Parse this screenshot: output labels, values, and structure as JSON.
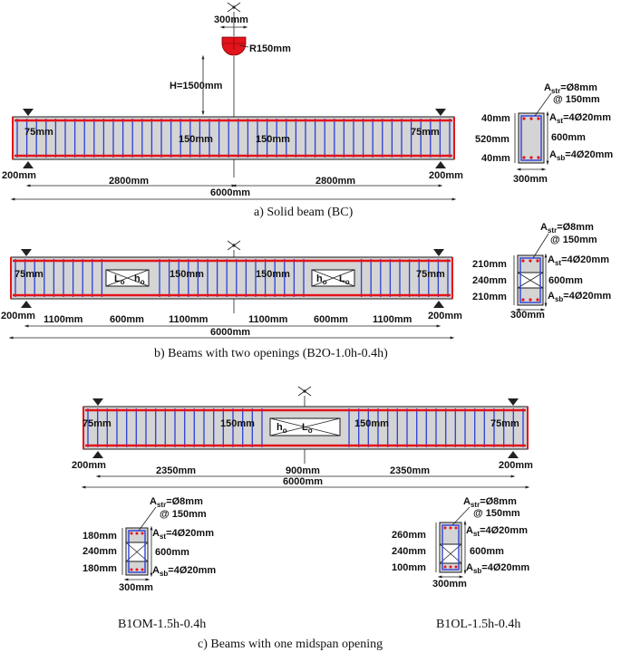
{
  "colors": {
    "beam_fill": "#d4d4d4",
    "main_bar": "#e3141b",
    "stirrup": "#2b3fd6",
    "load_head": "#e3141b",
    "outline": "#1a1a1a"
  },
  "icons": {
    "support": "support-triangle-icon",
    "load_head": "loading-head-icon",
    "hinge": "pin-hinge-icon"
  },
  "panel_a": {
    "caption": "a)  Solid beam (BC)",
    "load_width": "300mm",
    "load_radius": "R150mm",
    "load_height": "H=1500mm",
    "edge_left": "75mm",
    "edge_right": "75mm",
    "stirrup_spacing_left": "150mm",
    "stirrup_spacing_right": "150mm",
    "overhang_left": "200mm",
    "overhang_right": "200mm",
    "shear_span_left": "2800mm",
    "shear_span_right": "2800mm",
    "total_length": "6000mm",
    "section": {
      "stirrup_prefix": "A",
      "stirrup_sub": "str",
      "stirrup_value": "=Ø8mm",
      "stirrup_spacing": "@ 150mm",
      "top_prefix": "A",
      "top_sub": "st",
      "top_value": "=4Ø20mm",
      "bottom_prefix": "A",
      "bottom_sub": "sb",
      "bottom_value": "=4Ø20mm",
      "depth": "600mm",
      "width": "300mm",
      "cover_top": "40mm",
      "core": "520mm",
      "cover_bottom": "40mm"
    }
  },
  "panel_b": {
    "caption": "b)  Beams with two openings (B2O-1.0h-0.4h)",
    "edge_left": "75mm",
    "edge_right": "75mm",
    "stirrup_spacing_left": "150mm",
    "stirrup_spacing_right": "150mm",
    "opening_length": "L",
    "opening_height": "h",
    "opening_sub": "o",
    "overhang_left": "200mm",
    "overhang_right": "200mm",
    "segments": [
      "1100mm",
      "600mm",
      "1100mm",
      "1100mm",
      "600mm",
      "1100mm"
    ],
    "total_length": "6000mm",
    "section": {
      "stirrup_prefix": "A",
      "stirrup_sub": "str",
      "stirrup_value": "=Ø8mm",
      "stirrup_spacing": "@ 150mm",
      "top_prefix": "A",
      "top_sub": "st",
      "top_value": "=4Ø20mm",
      "bottom_prefix": "A",
      "bottom_sub": "sb",
      "bottom_value": "=4Ø20mm",
      "depth": "600mm",
      "width": "300mm",
      "chord_top": "210mm",
      "opening": "240mm",
      "chord_bottom": "210mm"
    }
  },
  "panel_c": {
    "caption": "c)  Beams with one midspan opening",
    "edge_left": "75mm",
    "edge_right": "75mm",
    "stirrup_spacing_left": "150mm",
    "stirrup_spacing_right": "150mm",
    "opening_length": "L",
    "opening_height": "h",
    "opening_sub": "o",
    "overhang_left": "200mm",
    "overhang_right": "200mm",
    "segments": [
      "2350mm",
      "900mm",
      "2350mm"
    ],
    "total_length": "6000mm",
    "section_m": {
      "name": "B1OM-1.5h-0.4h",
      "stirrup_prefix": "A",
      "stirrup_sub": "str",
      "stirrup_value": "=Ø8mm",
      "stirrup_spacing": "@ 150mm",
      "top_prefix": "A",
      "top_sub": "st",
      "top_value": "=4Ø20mm",
      "bottom_prefix": "A",
      "bottom_sub": "sb",
      "bottom_value": "=4Ø20mm",
      "depth": "600mm",
      "width": "300mm",
      "chord_top": "180mm",
      "opening": "240mm",
      "chord_bottom": "180mm"
    },
    "section_l": {
      "name": "B1OL-1.5h-0.4h",
      "stirrup_prefix": "A",
      "stirrup_sub": "str",
      "stirrup_value": "=Ø8mm",
      "stirrup_spacing": "@ 150mm",
      "top_prefix": "A",
      "top_sub": "st",
      "top_value": "=4Ø20mm",
      "bottom_prefix": "A",
      "bottom_sub": "sb",
      "bottom_value": "=4Ø20mm",
      "depth": "600mm",
      "width": "300mm",
      "chord_top": "260mm",
      "opening": "240mm",
      "chord_bottom": "100mm"
    }
  }
}
